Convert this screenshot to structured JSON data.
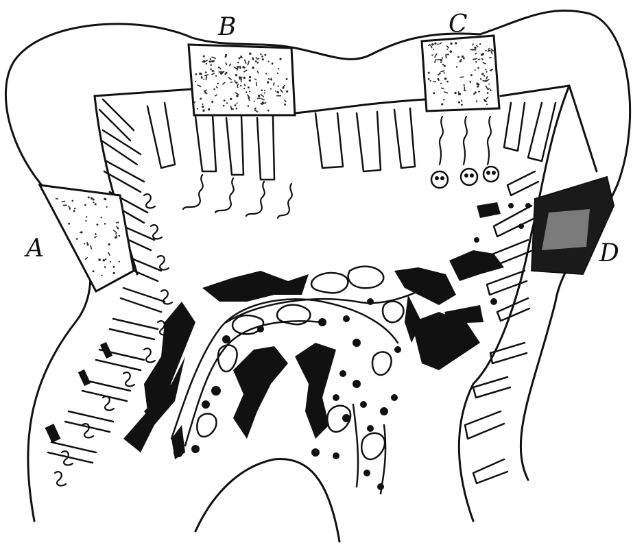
{
  "labels": {
    "a": "A",
    "b": "B",
    "c": "C",
    "d": "D"
  },
  "colors": {
    "ink": "#111111",
    "paper": "#ffffff",
    "stipple": "#2a2a2a"
  }
}
